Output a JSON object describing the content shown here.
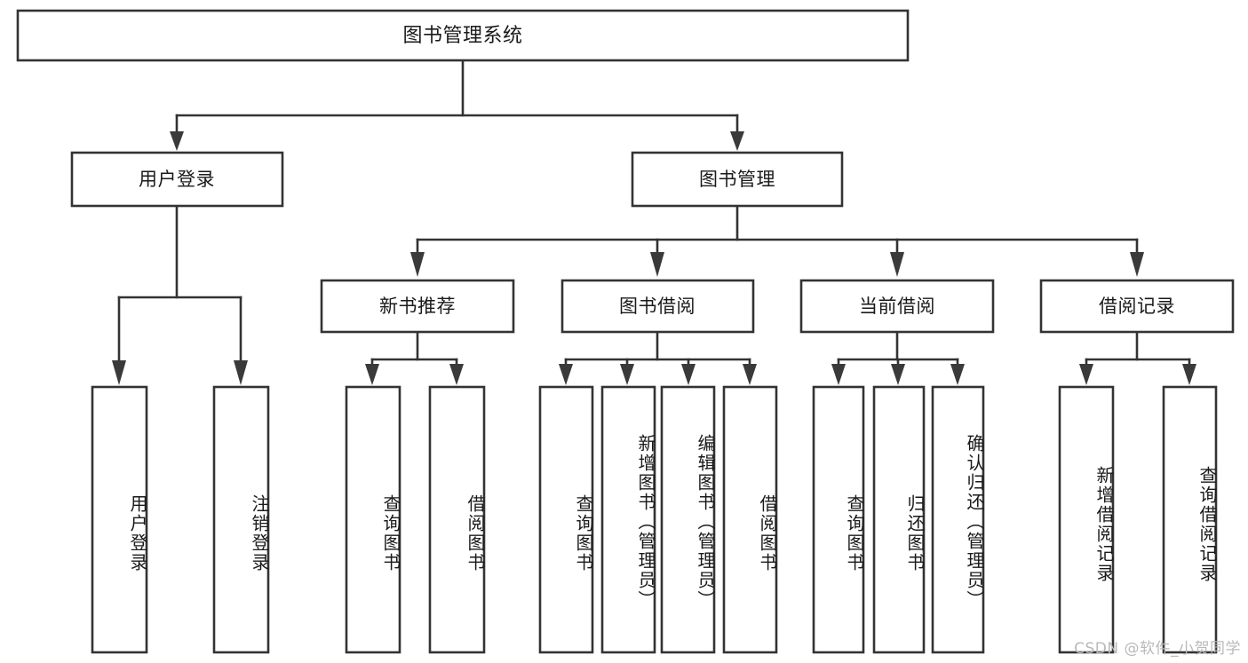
{
  "diagram": {
    "type": "tree-hierarchy",
    "title": "图书管理系统",
    "root": {
      "label": "图书管理系统",
      "level": 0
    },
    "level1": [
      {
        "label": "用户登录"
      },
      {
        "label": "图书管理"
      }
    ],
    "level2": [
      {
        "label": "新书推荐"
      },
      {
        "label": "图书借阅"
      },
      {
        "label": "当前借阅"
      },
      {
        "label": "借阅记录"
      }
    ],
    "leaves": {
      "user_login": [
        {
          "label": "用户登录"
        },
        {
          "label": "注销登录"
        }
      ],
      "new_book": [
        {
          "label": "查询图书"
        },
        {
          "label": "借阅图书"
        }
      ],
      "book_borrow": [
        {
          "label": "查询图书"
        },
        {
          "label": "新增图书（管理员）"
        },
        {
          "label": "编辑图书（管理员）"
        },
        {
          "label": "借阅图书"
        }
      ],
      "current_borrow": [
        {
          "label": "查询图书"
        },
        {
          "label": "归还图书"
        },
        {
          "label": "确认归还（管理员）"
        }
      ],
      "borrow_record": [
        {
          "label": "新增借阅记录"
        },
        {
          "label": "查询借阅记录"
        }
      ]
    },
    "watermark": "CSDN @软件_小贺同学",
    "colors": {
      "stroke": "#333333",
      "fill": "#ffffff",
      "text": "#1a1a1a",
      "watermark": "#b9b9b9"
    }
  }
}
